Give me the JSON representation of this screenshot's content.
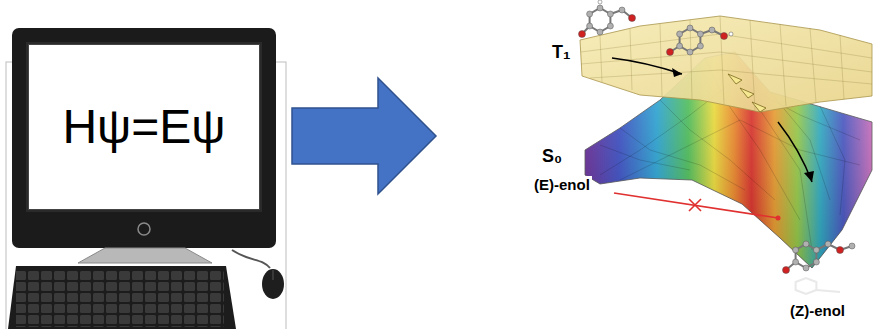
{
  "diagram": {
    "nodes": [
      {
        "text": [
          "Hψ=Eψ"
        ]
      }
    ],
    "labels": [
      "T₁",
      "S₀",
      "(E)-enol",
      "(Z)-enol"
    ]
  }
}
